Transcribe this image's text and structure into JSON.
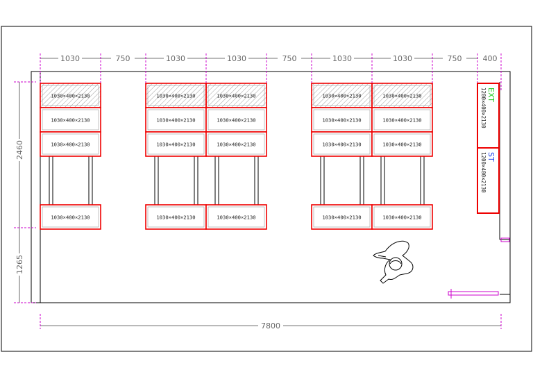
{
  "drawing": {
    "top_dimensions": [
      "1030",
      "750",
      "1030",
      "1030",
      "750",
      "1030",
      "1030",
      "750",
      "400"
    ],
    "total_width": "7800",
    "left_dimensions": [
      "2460",
      "1265"
    ],
    "shelf_label": "1030×400×2130",
    "side_units": [
      {
        "tag": "EXT",
        "size": "1200×400×2130",
        "tag_color": "#22cc22"
      },
      {
        "tag": "ST",
        "size": "1200×400×2130",
        "tag_color": "#2244ee"
      }
    ],
    "colors": {
      "wall": "#000000",
      "dimension_line": "#cc00cc",
      "unit_outline": "#ee0000",
      "text": "#222222"
    }
  }
}
